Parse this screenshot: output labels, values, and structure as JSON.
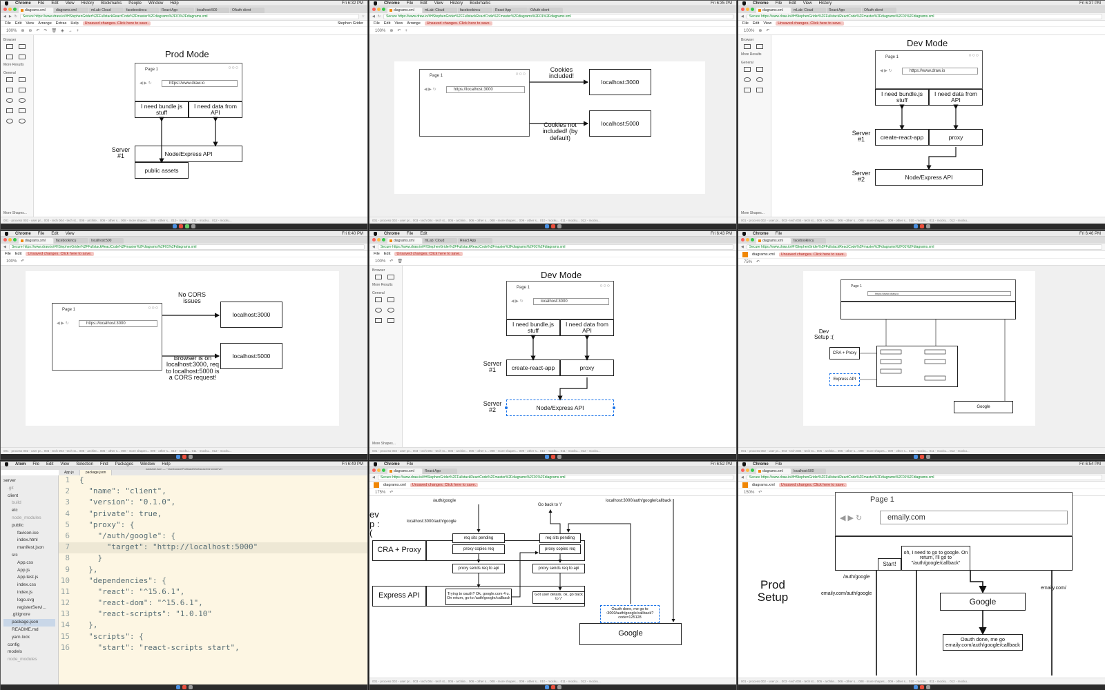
{
  "menubar": {
    "app_chrome": "Chrome",
    "app_atom": "Atom",
    "items": [
      "File",
      "Edit",
      "View",
      "History",
      "Bookmarks",
      "People",
      "Window",
      "Help"
    ],
    "atom_items": [
      "File",
      "Edit",
      "View",
      "Selection",
      "Find",
      "Packages",
      "Window",
      "Help"
    ]
  },
  "tabs": [
    "diagrams.xml",
    "diagrams.xml",
    "diagrams.xml",
    "mLab: Cloud",
    "facebookincu",
    "React App",
    "localhost:500",
    "OAuth client"
  ],
  "url": "Secure  https://www.draw.io/#HStephenGrider%2FFullstackReactCode%2Fmaster%2Fdiagrams%2F01%2Fdiagrams.xml",
  "user": "Stephen Grider",
  "app_menu": [
    "File",
    "Edit",
    "View",
    "Arrange",
    "Extras",
    "Help"
  ],
  "unsaved": "Unsaved changes. Click here to save.",
  "zoom": "100%",
  "toolbar_icons": [
    "zoom-in",
    "zoom-out",
    "undo",
    "redo",
    "delete",
    "front",
    "back",
    "fill",
    "line",
    "shadow",
    "connector",
    "waypoints",
    "insert"
  ],
  "sidebar": {
    "browser": "Browser",
    "more_results": "More Results",
    "general": "General",
    "more_shapes": "More Shapes..."
  },
  "pagebar": "001 - process   002 - user pr...   003 - tech   004 - tech st...   005 - archite...   006 - other s...   008 - more shapes...   009 - other s...   010 - mocku...   011 - mocku...   012 - mocku...",
  "clocks": [
    "Fri 6:32 PM",
    "Fri 6:35 PM",
    "Fri 6:37 PM",
    "Fri 6:40 PM",
    "Fri 6:43 PM",
    "Fri 6:46 PM",
    "Fri 6:49 PM",
    "Fri 6:52 PM",
    "Fri 6:54 PM"
  ],
  "browser_page": "Page 1",
  "p1": {
    "title": "Prod Mode",
    "url": "https://www.draw.io",
    "b1": "I need bundle.js stuff",
    "b2": "I need data from API",
    "server": "Server #1",
    "api": "Node/Express API",
    "assets": "public assets"
  },
  "p2": {
    "url": "https://localhost:3000",
    "l1": "Cookies included!",
    "l2": "Cookies not included! (by default)",
    "h1": "localhost:3000",
    "h2": "localhost:5000"
  },
  "p3": {
    "title": "Dev Mode",
    "url": "https://www.draw.io",
    "b1": "I need bundle.js stuff",
    "b2": "I need data from API",
    "s1": "Server #1",
    "cra": "create-react-app",
    "proxy": "proxy",
    "s2": "Server #2",
    "api": "Node/Express API"
  },
  "p4": {
    "url": "https://localhost:3000",
    "l1": "No CORS issues",
    "l2": "Browser is on localhost:3000, req to localhost:5000  is a CORS request!",
    "h1": "localhost:3000",
    "h2": "localhost:5000"
  },
  "p5": {
    "title": "Dev Mode",
    "url": "localhost:3000",
    "b1": "I need bundle.js stuff",
    "b2": "I need data from API",
    "s1": "Server #1",
    "cra": "create-react-app",
    "proxy": "proxy",
    "s2": "Server #2",
    "api": "Node/Express API"
  },
  "p6": {
    "file": "diagrams.xml",
    "zoom": "75%",
    "label": "Dev Setup :(",
    "cra": "CRA + Proxy",
    "express": "Express API",
    "google": "Google",
    "url": "https://www.draw.io"
  },
  "p7": {
    "title": "package.json — ~/workspace/FullstackWorkspace/proxyserver",
    "tabs": [
      "App.js",
      "package.json"
    ],
    "tree": [
      "server",
      ".git",
      "client",
      "build",
      "etc",
      "node_modules",
      "public",
      "favicon.ico",
      "index.html",
      "manifest.json",
      "src",
      "App.css",
      "App.js",
      "App.test.js",
      "index.css",
      "index.js",
      "logo.svg",
      "registerServi...",
      ".gitignore",
      "package.json",
      "README.md",
      "yarn.lock",
      "config",
      "models",
      "node_modules"
    ],
    "code": [
      "{",
      "  \"name\": \"client\",",
      "  \"version\": \"0.1.0\",",
      "  \"private\": true,",
      "  \"proxy\": {",
      "    \"/auth/google\": {",
      "      \"target\": \"http://localhost:5000\"",
      "    }",
      "  },",
      "  \"dependencies\": {",
      "    \"react\": \"^15.6.1\",",
      "    \"react-dom\": \"^15.6.1\",",
      "    \"react-scripts\": \"1.0.10\"",
      "  },",
      "  \"scripts\": {",
      "    \"start\": \"react-scripts start\","
    ]
  },
  "p8": {
    "file": "diagrams.xml",
    "zoom": "175%",
    "cra": "CRA + Proxy",
    "express": "Express API",
    "google": "Google",
    "n1": "req sits pending",
    "n2": "proxy copies req",
    "n3": "proxy sends req to api",
    "n4": "Trying to oauth? Ok, google.com 4 u.  On return, go to /auth/google/callback",
    "n5": "Got user details. ok, go back to '/'",
    "n6": "Oauth done, me go to :3000/auth/google/callback?code=125128",
    "a1": "/auth/google",
    "a2": "localhost:3000/auth/google",
    "a3": "Go back to '/'",
    "a4": "localhost:3000/auth/google/callback",
    "frag": "ev p :("
  },
  "p9": {
    "file": "diagrams.xml",
    "zoom": "150%",
    "page": "Page 1",
    "url": "emaily.com",
    "label": "Prod Setup",
    "start": "Start!",
    "note": "oh, I need to go to google. On return, I'll go to \"/auth/google/callback\"",
    "google": "Google",
    "a1": "/auth/google",
    "a2": "emaily.com/auth/google",
    "a3": "emaily.com/",
    "done": "Oauth done, me go emaily.com/auth/google/callback"
  }
}
